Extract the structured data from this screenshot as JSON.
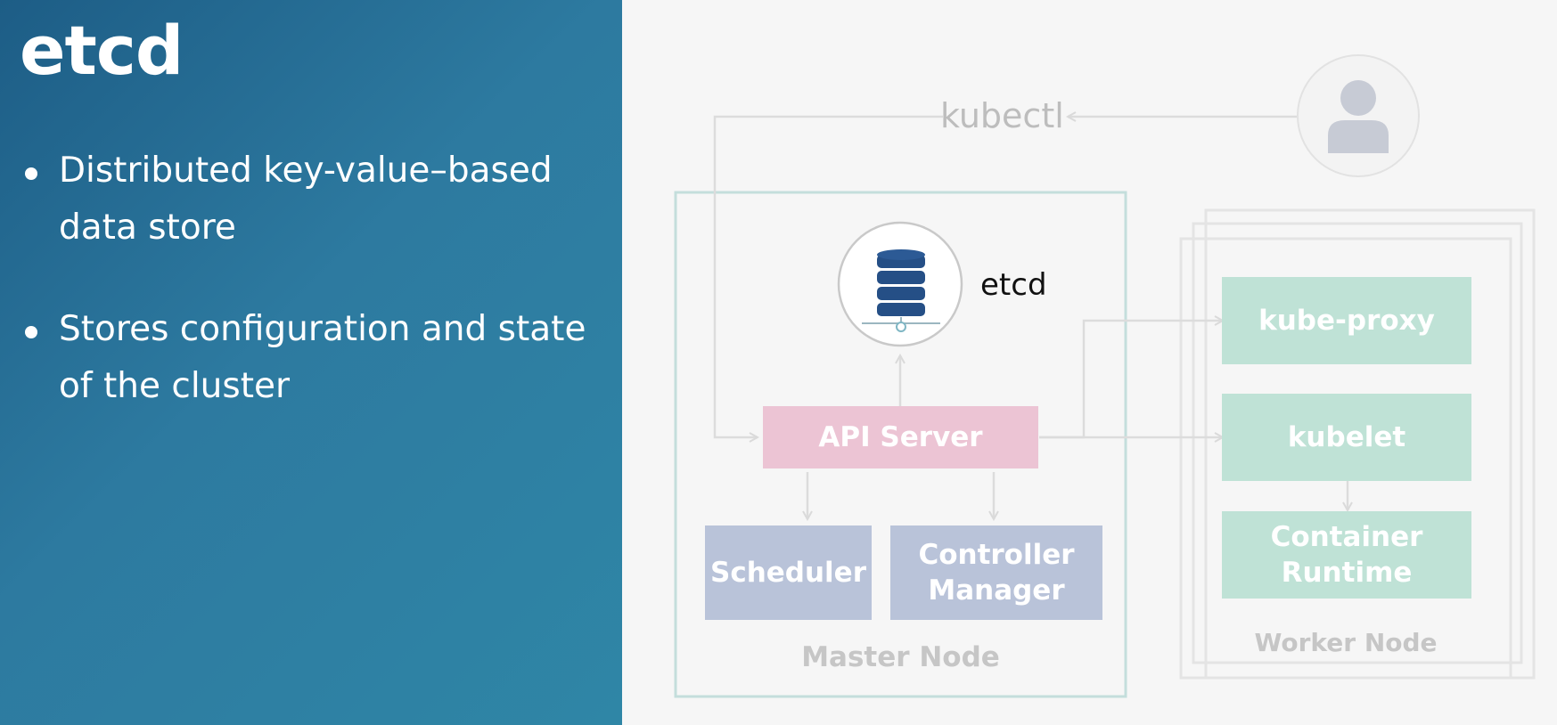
{
  "slide": {
    "title": "etcd",
    "bullets": [
      "Distributed key-value–based data store",
      "Stores configuration and state of the cluster"
    ]
  },
  "diagram": {
    "kubectl_label": "kubectl",
    "etcd_label": "etcd",
    "api_server": "API Server",
    "scheduler": "Scheduler",
    "controller_manager": "Controller Manager",
    "master_node": "Master Node",
    "kube_proxy": "kube-proxy",
    "kubelet": "kubelet",
    "container_runtime": "Container Runtime",
    "worker_node": "Worker Node",
    "icons": {
      "user": "user-avatar-icon",
      "etcd": "database-icon"
    }
  },
  "colors": {
    "panel_blue": "#2a6f98",
    "api_server_pink": "#ecc4d4",
    "master_component_blue": "#b9c3d9",
    "worker_component_green": "#bfe2d6",
    "master_border": "#c4dedc",
    "database_navy": "#254f86"
  }
}
